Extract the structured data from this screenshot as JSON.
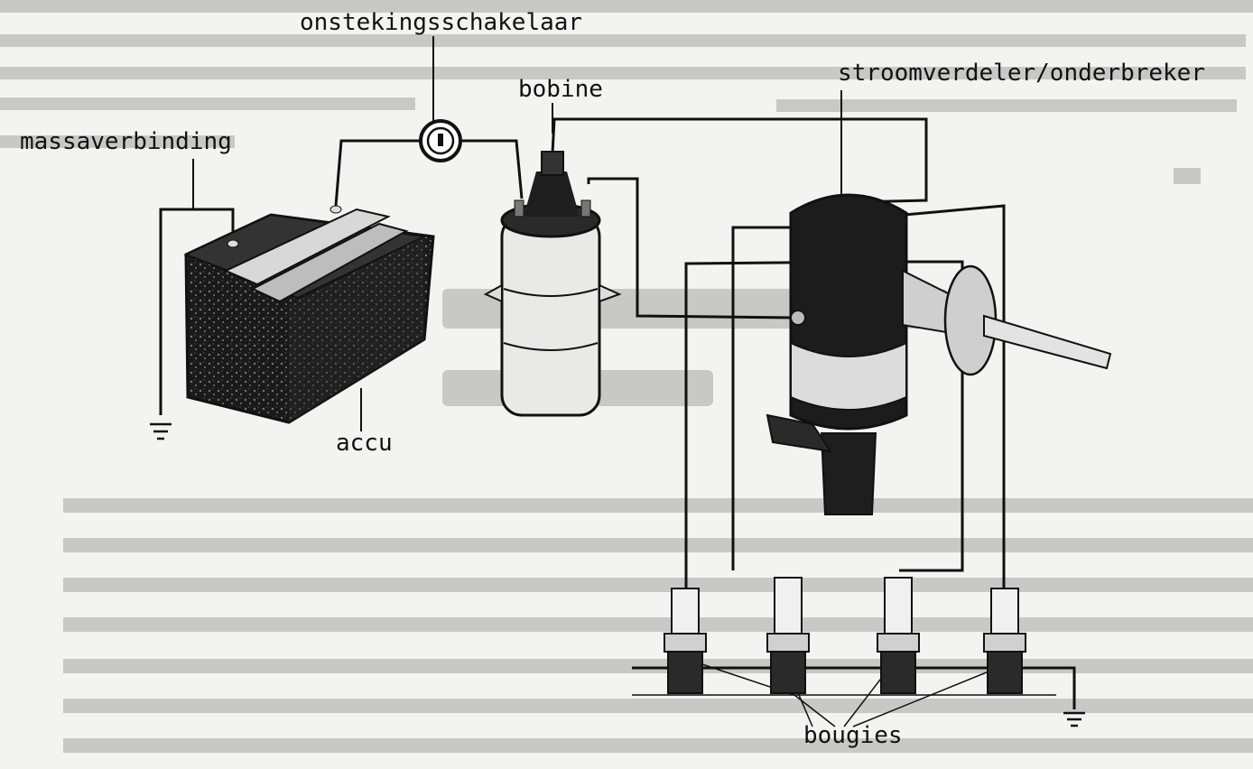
{
  "labels": {
    "ignition_switch": "onstekingsschakelaar",
    "coil": "bobine",
    "distributor": "stroomverdeler/onderbreker",
    "ground": "massaverbinding",
    "battery": "accu",
    "spark_plugs": "bougies"
  },
  "colors": {
    "ink": "#111111",
    "paper": "#f3f3f1",
    "bleed": "#c9c9c7"
  }
}
